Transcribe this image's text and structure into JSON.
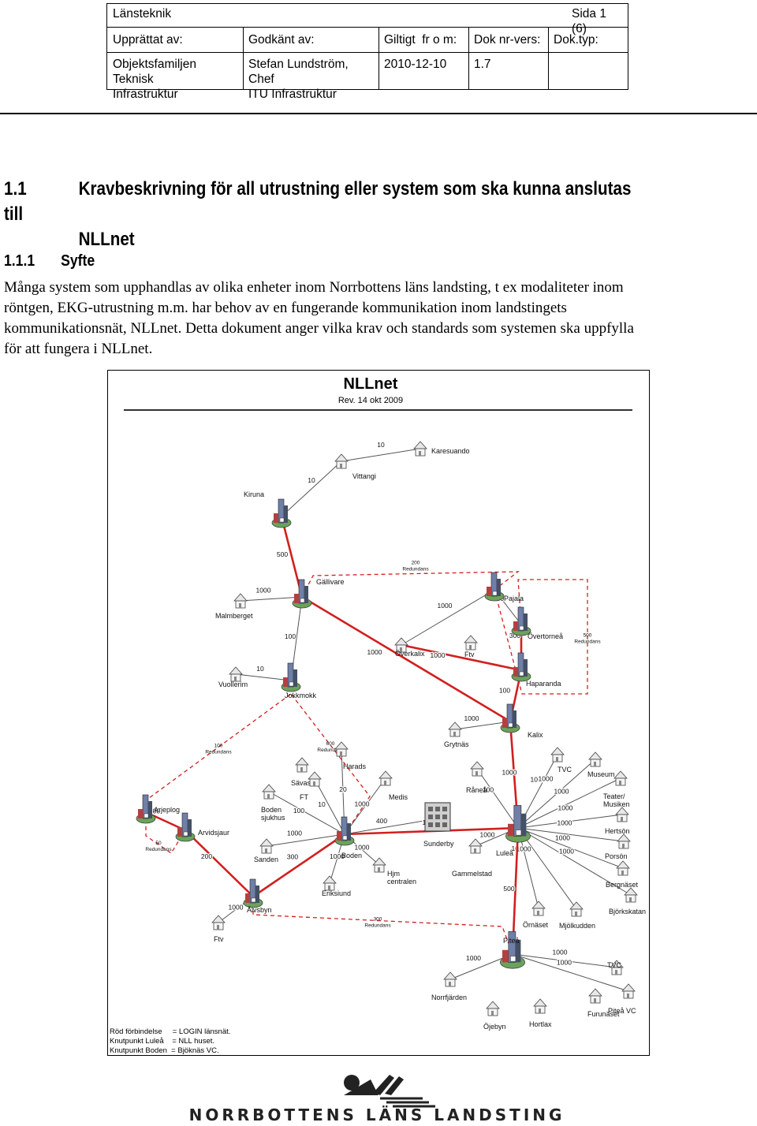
{
  "header": {
    "company": "Länsteknik",
    "page": "Sida 1 (6)",
    "labels": {
      "prepared": "Upprättat av:",
      "approved": "Godkänt av:",
      "valid": "Giltigt  fr o m:",
      "docnr": "Dok nr-vers:",
      "doctype": "Dok.typ:"
    },
    "values": {
      "prepared": [
        "Objektsfamiljen Teknisk",
        "Infrastruktur"
      ],
      "approved": [
        "Stefan Lundström, Chef",
        "ITU Infrastruktur"
      ],
      "valid": "2010-12-10",
      "docnr": "1.7",
      "doctype": ""
    }
  },
  "heading1": {
    "number": "1.1",
    "line1": "Kravbeskrivning för all utrustning eller system som ska kunna anslutas till",
    "line2": "NLLnet"
  },
  "heading2": {
    "number": "1.1.1",
    "title": "Syfte"
  },
  "paragraph": [
    "Många system som upphandlas av olika enheter inom Norrbottens läns landsting, t ex modaliteter inom",
    "röntgen, EKG-utrustning m.m. har behov av en fungerande kommunikation inom landstingets",
    "kommunikationsnät, NLLnet. Detta dokument anger vilka krav och standards som systemen ska uppfylla",
    "för att fungera i NLLnet."
  ],
  "map": {
    "title": "NLLnet",
    "subtitle": "Rev. 14 okt 2009",
    "colors": {
      "red": "#d21f1f",
      "gray": "#555555"
    },
    "legend": [
      "Röd förbindelse     = LOGIN länsnät.",
      "Knutpunkt Luleå    = NLL huset.",
      "Knutpunkt Boden  = Bjöknäs VC."
    ],
    "places": [
      {
        "name": "Karesuando",
        "kind": "house",
        "big": false
      },
      {
        "name": "Vittangi",
        "kind": "house",
        "big": false
      },
      {
        "name": "Kiruna",
        "kind": "hub",
        "big": false
      },
      {
        "name": "Gällivare",
        "kind": "hub",
        "big": false
      },
      {
        "name": "Malmberget",
        "kind": "house",
        "big": false
      },
      {
        "name": "Pajala",
        "kind": "hub",
        "big": false
      },
      {
        "name": "Överkalix",
        "kind": "house",
        "big": false
      },
      {
        "name": "Ftv",
        "kind": "house",
        "big": false
      },
      {
        "name": "Övertorneå",
        "kind": "hub",
        "big": false
      },
      {
        "name": "Haparanda",
        "kind": "hub",
        "big": false
      },
      {
        "name": "Vuollerim",
        "kind": "house",
        "big": false
      },
      {
        "name": "Jokkmokk",
        "kind": "hub",
        "big": false
      },
      {
        "name": "Grytnäs",
        "kind": "house",
        "big": false
      },
      {
        "name": "Kalix",
        "kind": "hub",
        "big": false
      },
      {
        "name": "Harads",
        "kind": "house",
        "big": false
      },
      {
        "name": "Sävast",
        "kind": "house",
        "big": false
      },
      {
        "name": "FT",
        "kind": "house",
        "big": false
      },
      {
        "name": "Medis",
        "kind": "house",
        "big": false
      },
      {
        "name": "Boden sjukhus",
        "kind": "house",
        "big": false
      },
      {
        "name": "Arjeplog",
        "kind": "hub",
        "big": false
      },
      {
        "name": "Arvidsjaur",
        "kind": "hub",
        "big": false
      },
      {
        "name": "Sanden",
        "kind": "house",
        "big": false
      },
      {
        "name": "Boden",
        "kind": "hub",
        "big": false
      },
      {
        "name": "Hjm centralen",
        "kind": "house",
        "big": false
      },
      {
        "name": "Sunderby",
        "kind": "server",
        "big": false
      },
      {
        "name": "Eriksiund",
        "kind": "house",
        "big": false
      },
      {
        "name": "Älvsbyn",
        "kind": "hub",
        "big": false
      },
      {
        "name": "Ftv",
        "kind": "house",
        "big": false
      },
      {
        "name": "Råneå",
        "kind": "house",
        "big": false
      },
      {
        "name": "Gammelstad",
        "kind": "house",
        "big": false
      },
      {
        "name": "Luleå",
        "kind": "hub",
        "big": true
      },
      {
        "name": "TVC",
        "kind": "house",
        "big": false
      },
      {
        "name": "Museum",
        "kind": "house",
        "big": false
      },
      {
        "name": "Teater/ Musiken",
        "kind": "house",
        "big": false
      },
      {
        "name": "Hertsön",
        "kind": "house",
        "big": false
      },
      {
        "name": "Porsön",
        "kind": "house",
        "big": false
      },
      {
        "name": "Bergnäset",
        "kind": "house",
        "big": false
      },
      {
        "name": "Björkskatan",
        "kind": "house",
        "big": false
      },
      {
        "name": "Örnäset",
        "kind": "house",
        "big": false
      },
      {
        "name": "Mjölkudden",
        "kind": "house",
        "big": false
      },
      {
        "name": "Piteå",
        "kind": "hub",
        "big": true
      },
      {
        "name": "TVC",
        "kind": "house",
        "big": false
      },
      {
        "name": "Piteå VC",
        "kind": "house",
        "big": false
      },
      {
        "name": "Norrfjärden",
        "kind": "house",
        "big": false
      },
      {
        "name": "Öjebyn",
        "kind": "house",
        "big": false
      },
      {
        "name": "Hortlax",
        "kind": "house",
        "big": false
      },
      {
        "name": "Furunäset",
        "kind": "house",
        "big": false
      }
    ],
    "links": [
      {
        "label": "10",
        "type": "gray"
      },
      {
        "label": "10",
        "type": "gray"
      },
      {
        "label": "500",
        "type": "red"
      },
      {
        "label": "1000",
        "type": "gray"
      },
      {
        "label": "200 Redundans",
        "type": "dashed"
      },
      {
        "label": "1000",
        "type": "red"
      },
      {
        "label": "100",
        "type": "gray"
      },
      {
        "label": "1000",
        "type": "gray"
      },
      {
        "label": "200",
        "type": "gray"
      },
      {
        "label": "500 Redundans",
        "type": "dashed"
      },
      {
        "label": "1000",
        "type": "red"
      },
      {
        "label": "300",
        "type": "red"
      },
      {
        "label": "100",
        "type": "red"
      },
      {
        "label": "10",
        "type": "gray"
      },
      {
        "label": "600 Redundans",
        "type": "dashed"
      },
      {
        "label": "1000",
        "type": "gray"
      },
      {
        "label": "100 Redundans",
        "type": "dashed"
      },
      {
        "label": "1000",
        "type": "red"
      },
      {
        "label": "10",
        "type": "gray"
      },
      {
        "label": "20",
        "type": "gray"
      },
      {
        "label": "1000",
        "type": "gray"
      },
      {
        "label": "400",
        "type": "gray"
      },
      {
        "label": "100",
        "type": "gray"
      },
      {
        "label": "1000",
        "type": "gray"
      },
      {
        "label": "100",
        "type": "red"
      },
      {
        "label": "50 Redundans",
        "type": "dashed"
      },
      {
        "label": "200",
        "type": "red"
      },
      {
        "label": "300",
        "type": "red"
      },
      {
        "label": "1000",
        "type": "gray"
      },
      {
        "label": "1000",
        "type": "gray"
      },
      {
        "label": "1000",
        "type": "gray"
      },
      {
        "label": "100",
        "type": "gray"
      },
      {
        "label": "1000",
        "type": "red"
      },
      {
        "label": "300 Redundans",
        "type": "dashed"
      },
      {
        "label": "1000",
        "type": "gray"
      },
      {
        "label": "1000",
        "type": "gray"
      },
      {
        "label": "1000",
        "type": "gray"
      },
      {
        "label": "1000",
        "type": "gray"
      },
      {
        "label": "1000",
        "type": "gray"
      },
      {
        "label": "1000",
        "type": "gray"
      },
      {
        "label": "1000",
        "type": "gray"
      },
      {
        "label": "1000",
        "type": "gray"
      },
      {
        "label": "1000",
        "type": "gray"
      },
      {
        "label": "1000",
        "type": "gray"
      },
      {
        "label": "500",
        "type": "red"
      },
      {
        "label": "1000",
        "type": "gray"
      },
      {
        "label": "1000",
        "type": "gray"
      },
      {
        "label": "1000",
        "type": "gray"
      }
    ]
  },
  "footer": {
    "logo_name": "nll-logo",
    "org_name": "NORRBOTTENS LÄNS LANDSTING"
  }
}
